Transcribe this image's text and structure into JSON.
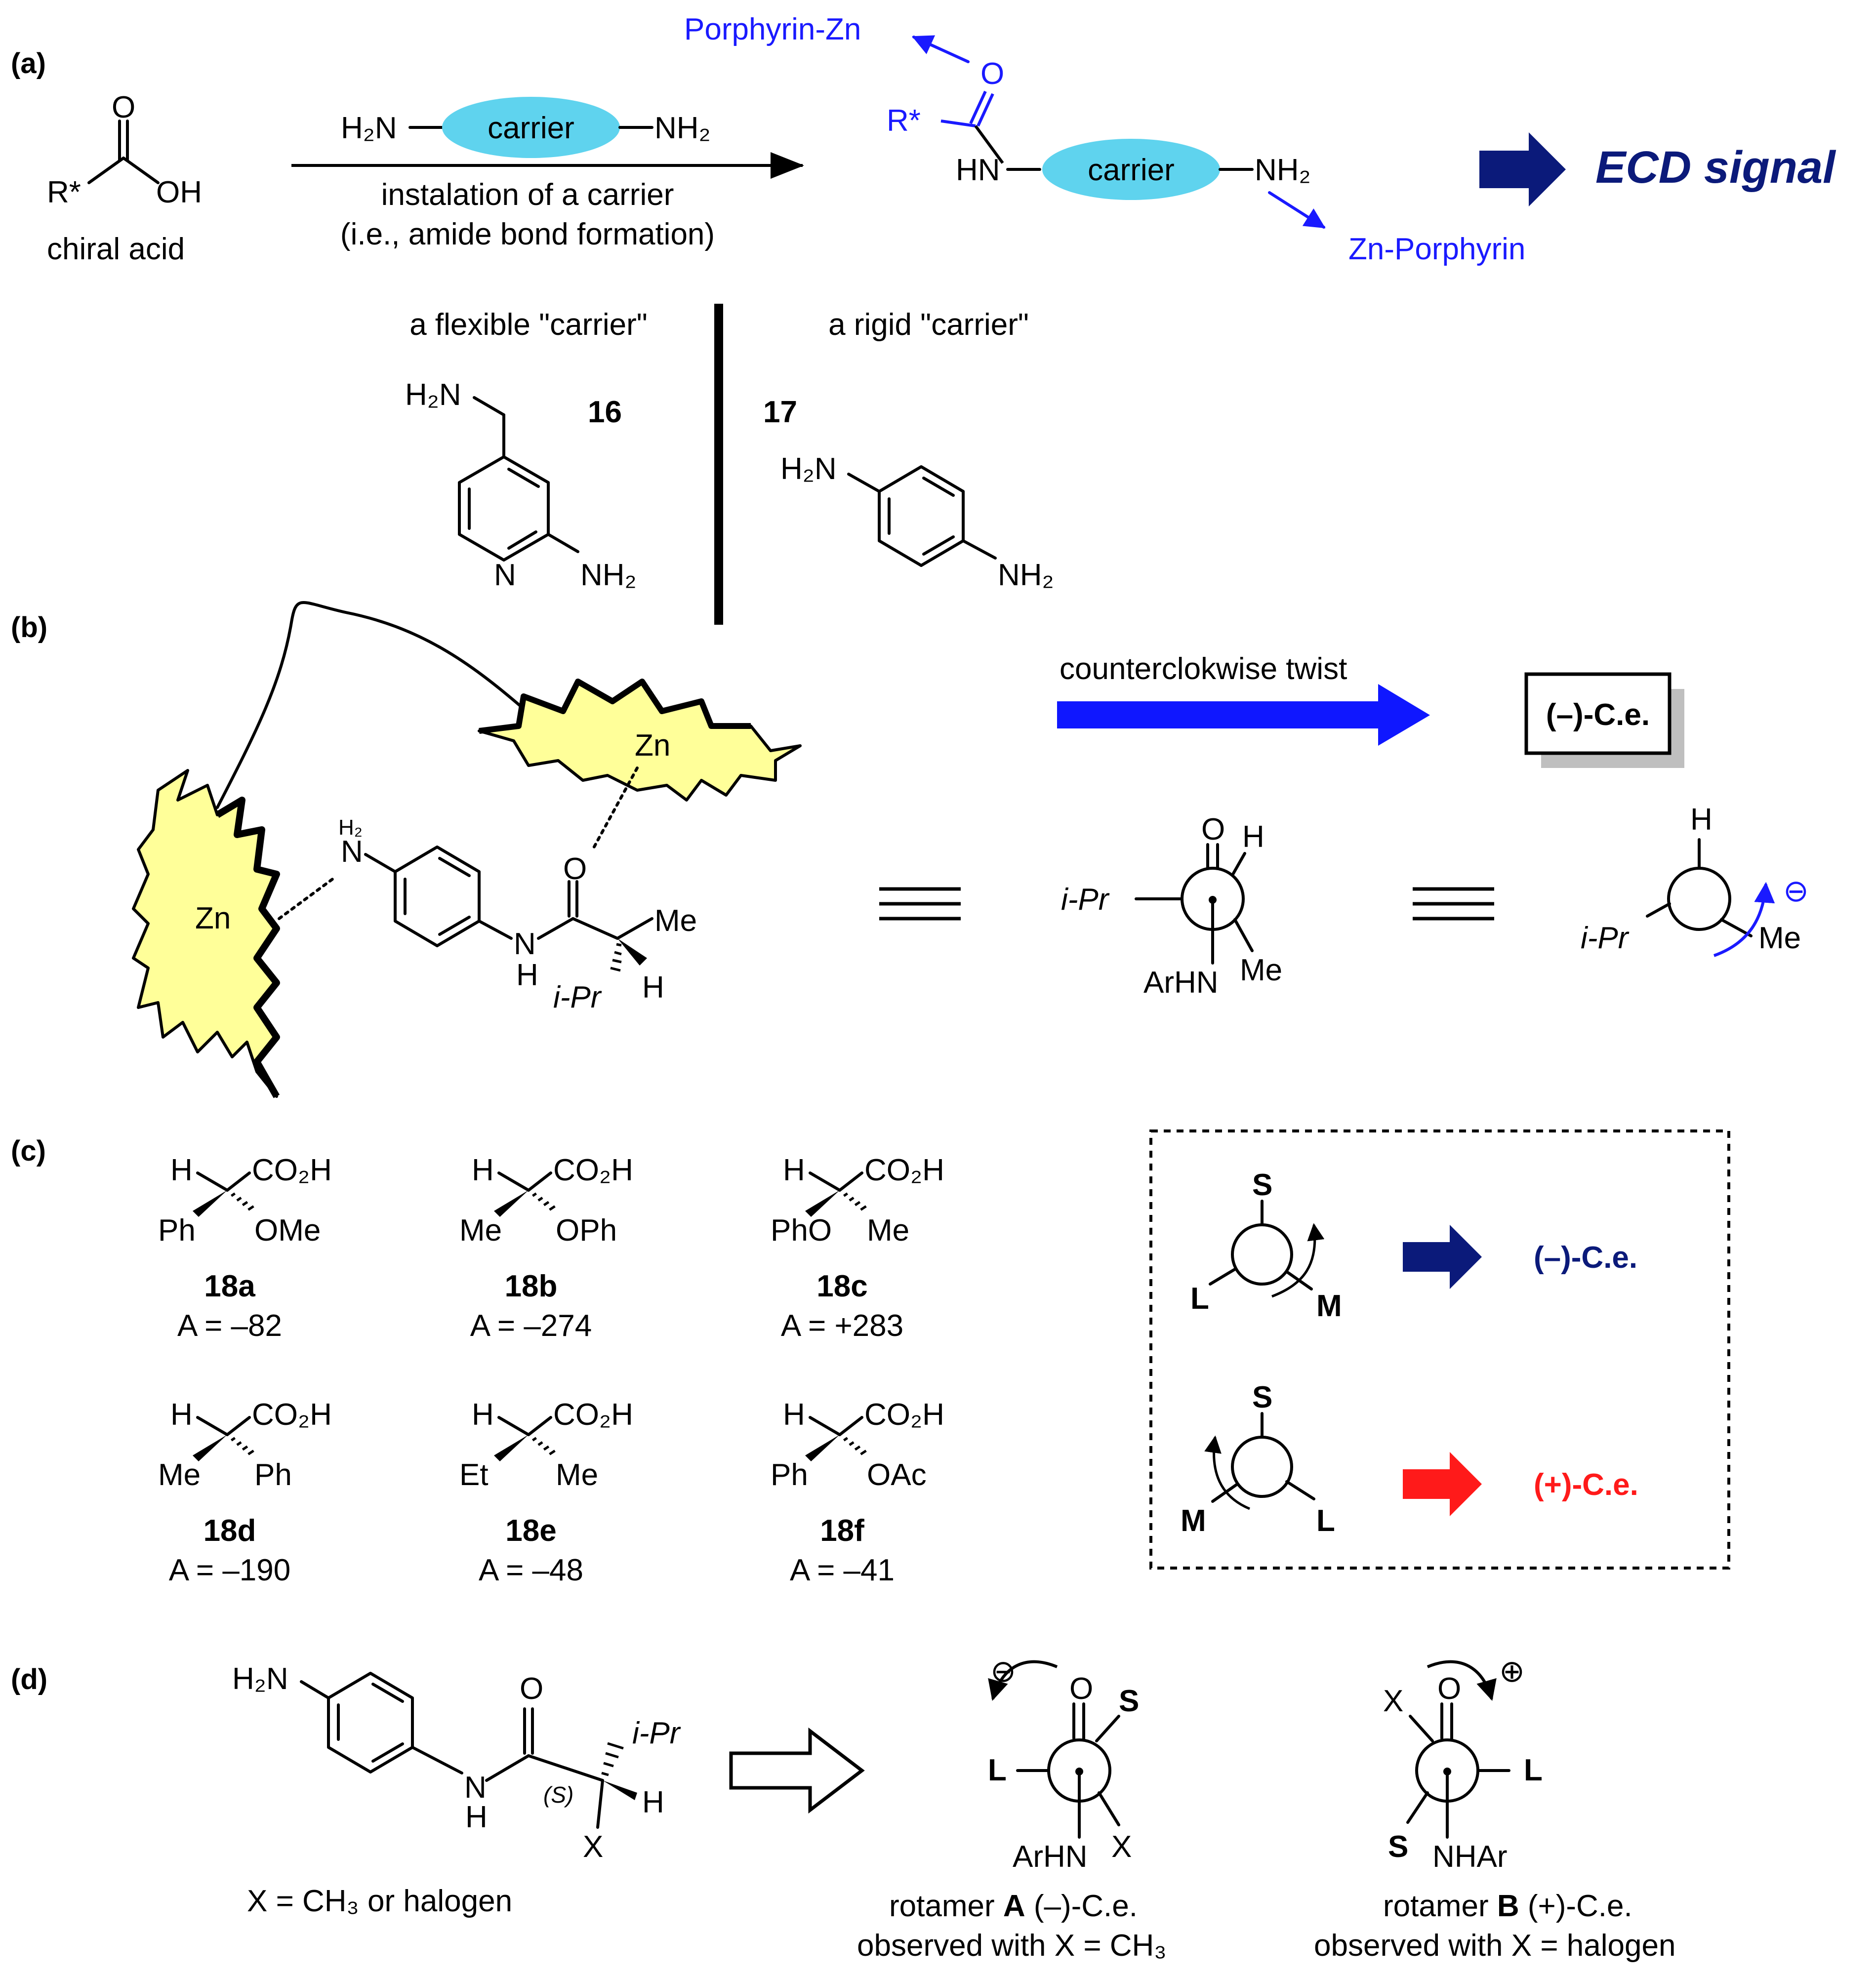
{
  "panels": {
    "a": "(a)",
    "b": "(b)",
    "c": "(c)",
    "d": "(d)"
  },
  "a": {
    "acid_R": "R*",
    "acid_O": "O",
    "acid_OH": "OH",
    "acid_caption": "chiral acid",
    "carrier_left": "H₂N",
    "carrier_label": "carrier",
    "carrier_right": "NH₂",
    "arrow_line1": "instalation of a carrier",
    "arrow_line2": "(i.e., amide bond formation)",
    "product_porphyrin_top": "Porphyrin-Zn",
    "product_O": "O",
    "product_R": "R*",
    "product_HN": "HN",
    "product_carrier": "carrier",
    "product_NH2": "NH₂",
    "product_porphyrin_bottom": "Zn-Porphyrin",
    "ecd_signal": "ECD signal",
    "flexible_caption": "a flexible \"carrier\"",
    "rigid_caption": "a rigid \"carrier\"",
    "compound16": "16",
    "compound17": "17",
    "c16_H2N": "H₂N",
    "c16_N": "N",
    "c16_NH2": "NH₂",
    "c17_H2N": "H₂N",
    "c17_NH2": "NH₂"
  },
  "b": {
    "zn_left": "Zn",
    "zn_right": "Zn",
    "h2": "H₂",
    "n": "N",
    "amide_O": "O",
    "amide_N": "N",
    "amide_H": "H",
    "me": "Me",
    "ipr": "i-Pr",
    "h": "H",
    "twist_label": "counterclokwise twist",
    "ce_box": "(–)-C.e.",
    "equiv": "≡",
    "newman_O": "O",
    "newman_H": "H",
    "newman_ipr": "i-Pr",
    "newman_arhn": "ArHN",
    "newman_me": "Me",
    "simple_H": "H",
    "simple_ipr": "i-Pr",
    "simple_me": "Me",
    "simple_sign": "⊖"
  },
  "c": {
    "compounds": [
      {
        "id": "18a",
        "top_left": "H",
        "top_right": "CO₂H",
        "bottom_left": "Ph",
        "bottom_right": "OMe",
        "a_value": "A = –82"
      },
      {
        "id": "18b",
        "top_left": "H",
        "top_right": "CO₂H",
        "bottom_left": "Me",
        "bottom_right": "OPh",
        "a_value": "A = –274"
      },
      {
        "id": "18c",
        "top_left": "H",
        "top_right": "CO₂H",
        "bottom_left": "PhO",
        "bottom_right": "Me",
        "a_value": "A = +283"
      },
      {
        "id": "18d",
        "top_left": "H",
        "top_right": "CO₂H",
        "bottom_left": "Me",
        "bottom_right": "Ph",
        "a_value": "A = –190"
      },
      {
        "id": "18e",
        "top_left": "H",
        "top_right": "CO₂H",
        "bottom_left": "Et",
        "bottom_right": "Me",
        "a_value": "A = –48"
      },
      {
        "id": "18f",
        "top_left": "H",
        "top_right": "CO₂H",
        "bottom_left": "Ph",
        "bottom_right": "OAc",
        "a_value": "A = –41"
      }
    ],
    "rule_S": "S",
    "rule_L": "L",
    "rule_M": "M",
    "rule_neg": "(–)-C.e.",
    "rule_pos": "(+)-C.e.",
    "colors": {
      "negative": "#0b1a7a",
      "positive": "#ff1a1a"
    }
  },
  "d": {
    "h2n": "H₂N",
    "nh_N": "N",
    "nh_H": "H",
    "O": "O",
    "ipr": "i-Pr",
    "H": "H",
    "S_label": "(S)",
    "X": "X",
    "x_caption": "X = CH₃ or halogen",
    "rotA_O": "O",
    "rotA_S": "S",
    "rotA_L": "L",
    "rotA_ArHN": "ArHN",
    "rotA_X": "X",
    "rotA_sign": "⊖",
    "rotA_caption_pre": "rotamer ",
    "rotA_caption_letter": "A",
    "rotA_caption_post": " (–)-C.e.",
    "rotA_caption2": "observed with X = CH₃",
    "rotB_O": "O",
    "rotB_X": "X",
    "rotB_L": "L",
    "rotB_S": "S",
    "rotB_NHAr": "NHAr",
    "rotB_sign": "⊕",
    "rotB_caption_pre": "rotamer ",
    "rotB_caption_letter": "B",
    "rotB_caption_post": " (+)-C.e.",
    "rotB_caption2": "observed with X = halogen"
  }
}
